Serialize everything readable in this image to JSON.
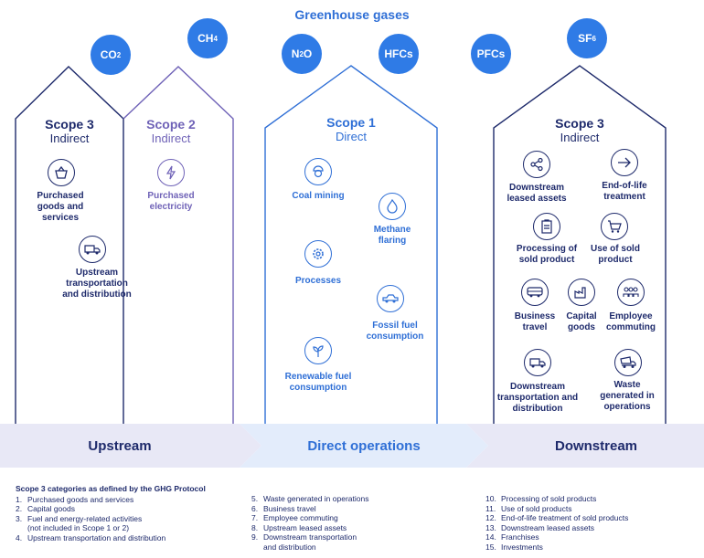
{
  "title": "Greenhouse gases",
  "gases": [
    {
      "base": "CO",
      "sub": "2"
    },
    {
      "base": "CH",
      "sub": "4"
    },
    {
      "base": "N",
      "sub": "2",
      "tail": "O"
    },
    {
      "base": "HFCs"
    },
    {
      "base": "PFCs"
    },
    {
      "base": "SF",
      "sub": "6"
    }
  ],
  "scope3_up": {
    "title": "Scope 3",
    "subtitle": "Indirect",
    "items": [
      {
        "label": "Purchased goods and services",
        "icon": "basket-icon"
      },
      {
        "label": "Upstream transportation and distribution",
        "icon": "truck-icon"
      }
    ]
  },
  "scope2": {
    "title": "Scope 2",
    "subtitle": "Indirect",
    "items": [
      {
        "label": "Purchased electricity",
        "icon": "lightning-icon"
      }
    ]
  },
  "scope1": {
    "title": "Scope 1",
    "subtitle": "Direct",
    "items": [
      {
        "label": "Coal mining",
        "icon": "miner-icon"
      },
      {
        "label": "Methane flaring",
        "icon": "flame-icon"
      },
      {
        "label": "Processes",
        "icon": "gear-icon"
      },
      {
        "label": "Fossil fuel consumption",
        "icon": "car-icon"
      },
      {
        "label": "Renewable fuel consumption",
        "icon": "plant-icon"
      }
    ]
  },
  "scope3_down": {
    "title": "Scope 3",
    "subtitle": "Indirect",
    "items": [
      {
        "label": "Downstream leased assets",
        "icon": "share-icon"
      },
      {
        "label": "End-of-life treatment",
        "icon": "arrow-icon"
      },
      {
        "label": "Processing of sold product",
        "icon": "clipboard-icon"
      },
      {
        "label": "Use of sold product",
        "icon": "cart-icon"
      },
      {
        "label": "Business travel",
        "icon": "bus-icon"
      },
      {
        "label": "Capital goods",
        "icon": "factory-icon"
      },
      {
        "label": "Employee commuting",
        "icon": "people-icon"
      },
      {
        "label": "Downstream transportation and distribution",
        "icon": "truck-icon"
      },
      {
        "label": "Waste generated in operations",
        "icon": "dumptruck-icon"
      }
    ]
  },
  "bands": {
    "upstream": "Upstream",
    "direct": "Direct operations",
    "downstream": "Downstream"
  },
  "footnote": {
    "heading": "Scope 3 categories as defined by the GHG Protocol",
    "col1": [
      {
        "n": "1.",
        "t": "Purchased goods and services"
      },
      {
        "n": "2.",
        "t": "Capital goods"
      },
      {
        "n": "3.",
        "t": "Fuel and energy-related activities"
      },
      {
        "n": "",
        "t": "(not included in Scope 1 or 2)"
      },
      {
        "n": "4.",
        "t": "Upstream transportation and distribution"
      }
    ],
    "col2": [
      {
        "n": "5.",
        "t": "Waste generated in operations"
      },
      {
        "n": "6.",
        "t": "Business travel"
      },
      {
        "n": "7.",
        "t": "Employee commuting"
      },
      {
        "n": "8.",
        "t": "Upstream leased assets"
      },
      {
        "n": "9.",
        "t": "Downstream transportation"
      },
      {
        "n": "",
        "t": "and distribution"
      }
    ],
    "col3": [
      {
        "n": "10.",
        "t": "Processing of sold products"
      },
      {
        "n": "11.",
        "t": "Use of sold products"
      },
      {
        "n": "12.",
        "t": "End-of-life treatment of sold products"
      },
      {
        "n": "13.",
        "t": "Downstream leased assets"
      },
      {
        "n": "14.",
        "t": "Franchises"
      },
      {
        "n": "15.",
        "t": "Investments"
      }
    ]
  },
  "colors": {
    "navy": "#1e2a6b",
    "purple": "#6f62b7",
    "blue": "#2f6fd6",
    "band": "#e8e8f6"
  }
}
